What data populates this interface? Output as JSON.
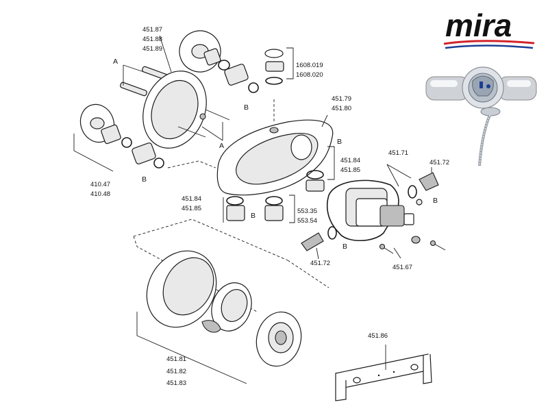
{
  "brand": {
    "name": "mira",
    "colors": {
      "wordmark": "#111111",
      "wave_red": "#d2232a",
      "wave_blue": "#1b3f94"
    }
  },
  "labels": {
    "faceplate": [
      "451.87",
      "451.88",
      "451.89"
    ],
    "cap": [
      "1608.019",
      "1608.020"
    ],
    "body": [
      "451.79",
      "451.80"
    ],
    "inlet_left": [
      "410.47",
      "410.48"
    ],
    "seal_right": [
      "451.84",
      "451.85"
    ],
    "seal_left": [
      "451.84",
      "451.85"
    ],
    "check_valve": [
      "553.35",
      "553.54"
    ],
    "cartridge": "451.71",
    "filter_top": "451.72",
    "filter_bottom": "451.72",
    "spindle_screw": "451.67",
    "bracket": "451.86",
    "knob_set": [
      "451.81",
      "451.82",
      "451.83"
    ],
    "callout_a": "A",
    "callout_b": "B"
  }
}
